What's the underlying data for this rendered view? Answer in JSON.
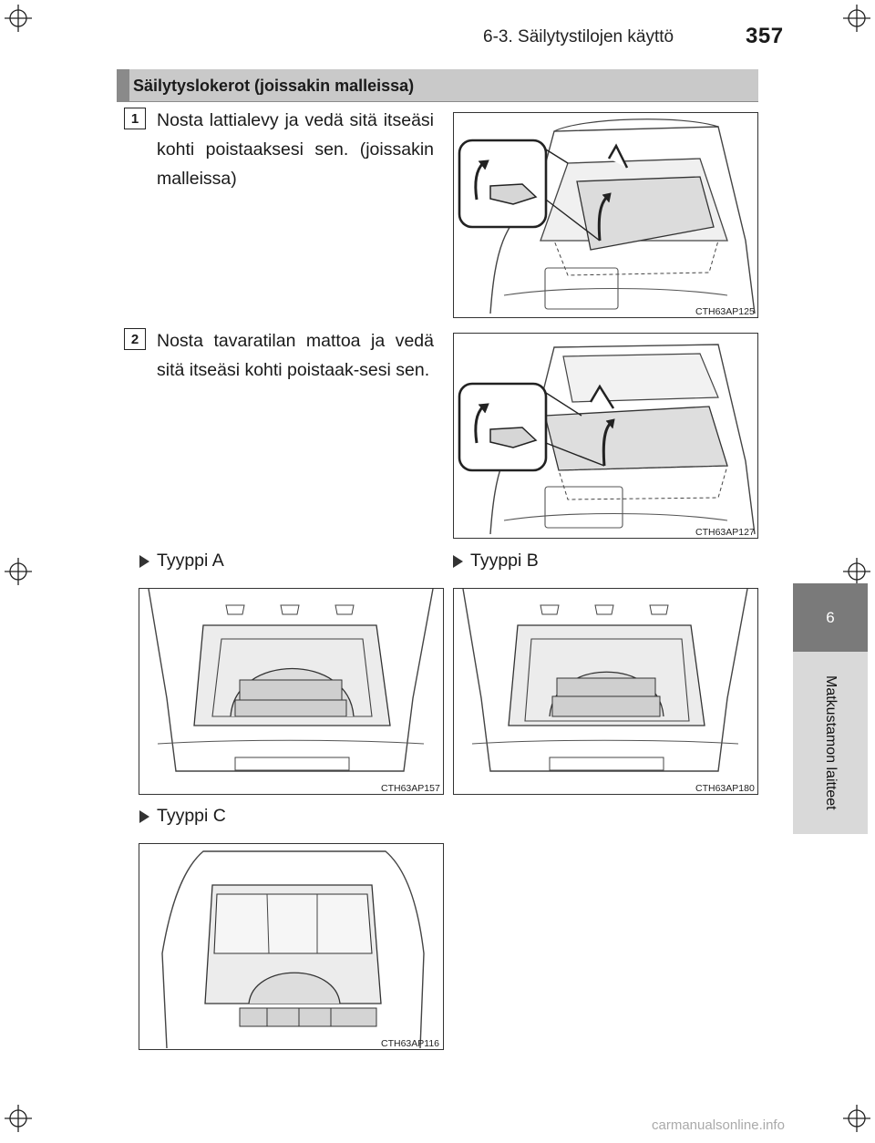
{
  "header": {
    "running_title": "6-3. Säilytystilojen käyttö",
    "page_number": "357"
  },
  "chapter_tab": {
    "number": "6",
    "title": "Matkustamon laitteet"
  },
  "section": {
    "title": "Säilytyslokerot (joissakin malleissa)"
  },
  "steps": [
    {
      "number": "1",
      "text": "Nosta lattialevy ja vedä sitä itseäsi kohti poistaaksesi sen. (joissakin malleissa)",
      "figure_code": "CTH63AP125"
    },
    {
      "number": "2",
      "text": "Nosta tavaratilan mattoa ja vedä sitä itseäsi kohti poistaak-sesi sen.",
      "figure_code": "CTH63AP127"
    }
  ],
  "types": [
    {
      "label": "Tyyppi A",
      "figure_code": "CTH63AP157"
    },
    {
      "label": "Tyyppi B",
      "figure_code": "CTH63AP180"
    },
    {
      "label": "Tyyppi C",
      "figure_code": "CTH63AP116"
    }
  ],
  "footer": {
    "watermark": "carmanualsonline.info"
  }
}
